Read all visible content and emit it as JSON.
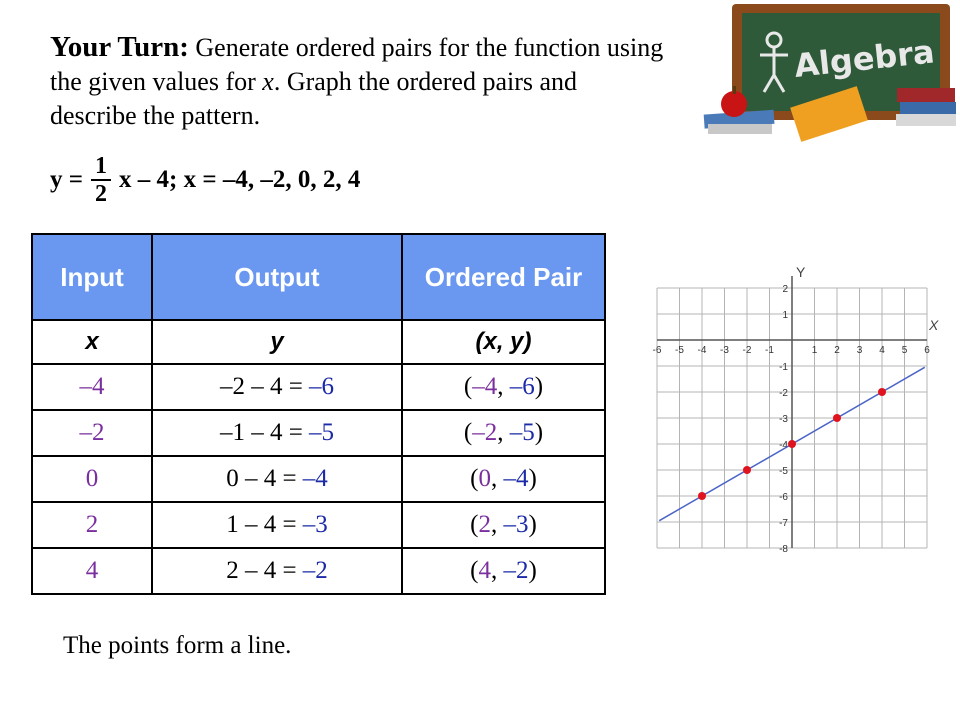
{
  "heading": {
    "lead": "Your Turn:",
    "part1": " Generate ordered pairs for the function using the given values for ",
    "var_x": "x",
    "part2": ". Graph the ordered pairs and describe the pattern."
  },
  "equation": {
    "lhs": "y =",
    "numerator": "1",
    "denominator": "2",
    "rhs": "x – 4; x = –4, –2, 0, 2, 4"
  },
  "clipart_sign_text": "Algebra",
  "table": {
    "headers": [
      "Input",
      "Output",
      "Ordered Pair"
    ],
    "var_row": [
      "x",
      "y",
      "(x, y)"
    ],
    "rows": [
      {
        "input": "–4",
        "expr": "–2 – 4 = ",
        "result": "–6",
        "pair_open": "(",
        "pair_x": "–4",
        "pair_sep": ", ",
        "pair_y": "–6",
        "pair_close": ")"
      },
      {
        "input": "–2",
        "expr": "–1 – 4 = ",
        "result": "–5",
        "pair_open": "(",
        "pair_x": "–2",
        "pair_sep": ", ",
        "pair_y": "–5",
        "pair_close": ")"
      },
      {
        "input": "0",
        "expr": "0 – 4 = ",
        "result": "–4",
        "pair_open": "(",
        "pair_x": "0",
        "pair_sep": ", ",
        "pair_y": "–4",
        "pair_close": ")"
      },
      {
        "input": "2",
        "expr": "1 – 4 = ",
        "result": "–3",
        "pair_open": "(",
        "pair_x": "2",
        "pair_sep": ", ",
        "pair_y": "–3",
        "pair_close": ")"
      },
      {
        "input": "4",
        "expr": "2 – 4 = ",
        "result": "–2",
        "pair_open": "(",
        "pair_x": "4",
        "pair_sep": ", ",
        "pair_y": "–2",
        "pair_close": ")"
      }
    ]
  },
  "note": "The points form a line.",
  "graph": {
    "x_axis_label": "X",
    "y_axis_label": "Y",
    "x_ticks": [
      -6,
      -5,
      -4,
      -3,
      -2,
      -1,
      1,
      2,
      3,
      4,
      5,
      6
    ],
    "y_ticks": [
      2,
      1,
      -1,
      -2,
      -3,
      -4,
      -5,
      -6,
      -7,
      -8
    ],
    "xlim": [
      -6,
      6
    ],
    "ylim": [
      -8,
      2
    ],
    "points": [
      [
        -4,
        -6
      ],
      [
        -2,
        -5
      ],
      [
        0,
        -4
      ],
      [
        2,
        -3
      ],
      [
        4,
        -2
      ]
    ],
    "line_color": "#4a64c8",
    "point_color": "#e0141e"
  },
  "colors": {
    "header_bg": "#6a98f0",
    "input_color": "#7b2f9e",
    "result_color": "#1b2aa6"
  }
}
